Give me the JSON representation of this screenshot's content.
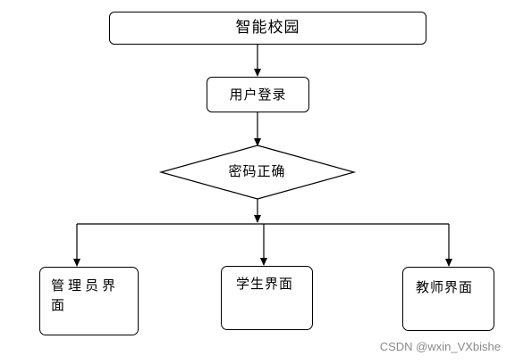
{
  "diagram": {
    "title": "智能校园",
    "login": "用户登录",
    "decision": "密码正确",
    "branches": {
      "admin": "管理员界面",
      "student": "学生界面",
      "teacher": "教师界面"
    }
  },
  "watermark": "CSDN @wxin_VXbishe",
  "colors": {
    "stroke": "#000000",
    "fill": "#ffffff",
    "watermark": "#8a8a8a"
  }
}
